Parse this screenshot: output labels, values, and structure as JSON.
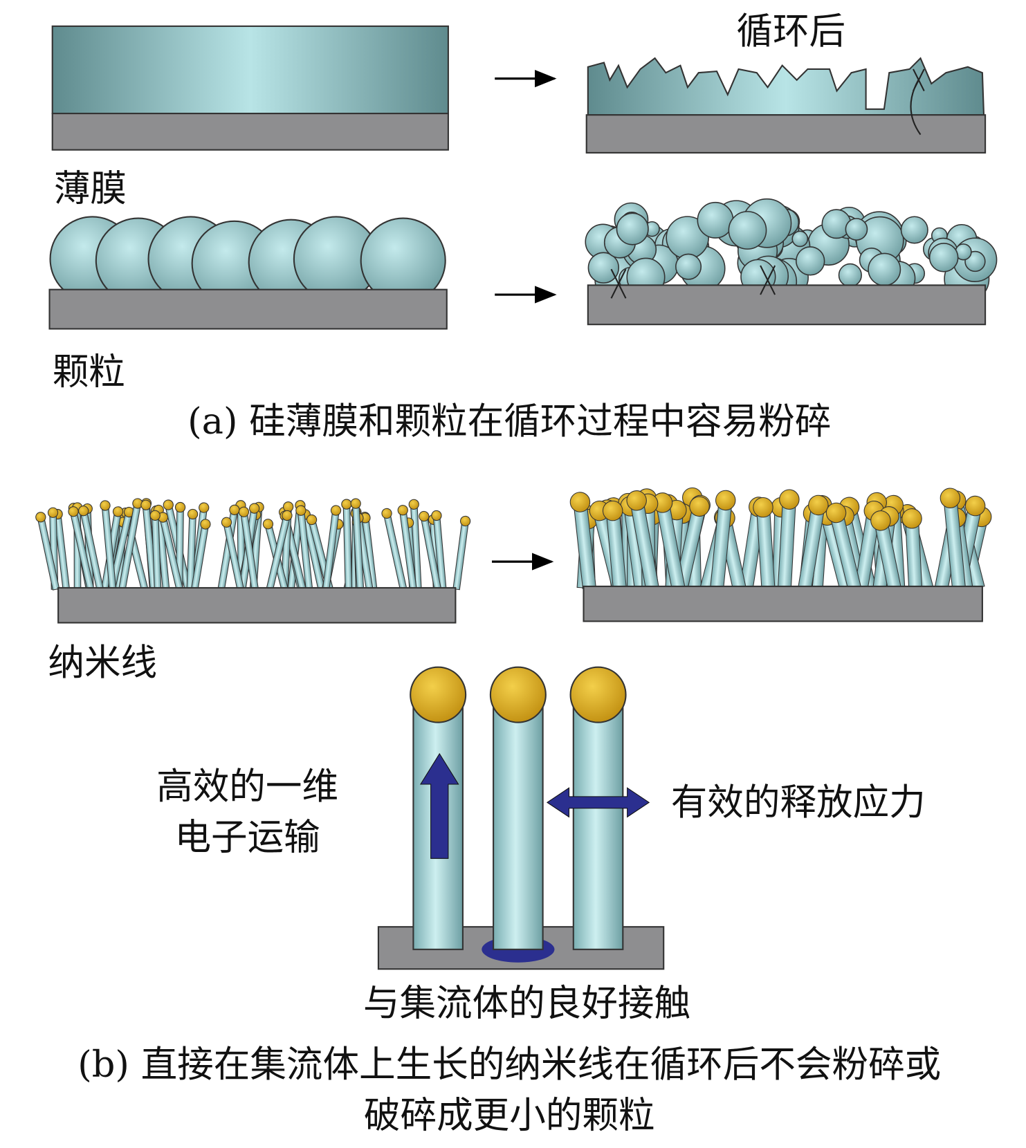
{
  "panel_a": {
    "after_cycling_label": "循环后",
    "thin_film_label": "薄膜",
    "particle_label": "颗粒",
    "caption": "(a) 硅薄膜和颗粒在循环过程中容易粉碎"
  },
  "panel_b": {
    "nanowire_label": "纳米线",
    "electron_transport_line1": "高效的一维",
    "electron_transport_line2": "电子运输",
    "strain_relaxation": "有效的释放应力",
    "good_contact": "与集流体的良好接触",
    "caption_line1": "(b) 直接在集流体上生长的纳米线在循环后不会粉碎或",
    "caption_line2": "破碎成更小的颗粒"
  },
  "colors": {
    "silicon": "#a9d3d6",
    "substrate": "#8e8e90",
    "gold_tip": "#e0b020",
    "arrow_blue": "#2b2f8f"
  }
}
